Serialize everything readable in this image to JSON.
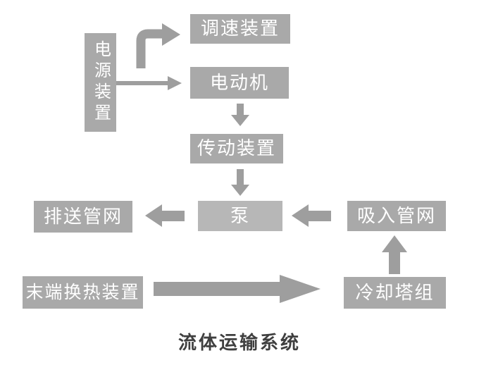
{
  "diagram": {
    "caption": "流体运输系统",
    "colors": {
      "box": "#a9a9a9",
      "box_light": "#b7b7b7",
      "arrow": "#9e9e9e",
      "box_text": "#ffffff",
      "caption_text": "#3f3f3f",
      "background": "#ffffff"
    },
    "nodes": {
      "power": {
        "label": "电源装置"
      },
      "speed": {
        "label": "调速装置"
      },
      "motor": {
        "label": "电动机"
      },
      "transmission": {
        "label": "传动装置"
      },
      "pump": {
        "label": "泵"
      },
      "discharge": {
        "label": "排送管网"
      },
      "suction": {
        "label": "吸入管网"
      },
      "terminal": {
        "label": "末端换热装置"
      },
      "cooling": {
        "label": "冷却塔组"
      }
    },
    "edges": [
      {
        "from": "电源装置",
        "to": "调速装置"
      },
      {
        "from": "电源装置",
        "to": "电动机"
      },
      {
        "from": "电动机",
        "to": "传动装置"
      },
      {
        "from": "传动装置",
        "to": "泵"
      },
      {
        "from": "泵",
        "to": "排送管网"
      },
      {
        "from": "吸入管网",
        "to": "泵"
      },
      {
        "from": "冷却塔组",
        "to": "吸入管网"
      },
      {
        "from": "末端换热装置",
        "to": "冷却塔组"
      }
    ]
  }
}
